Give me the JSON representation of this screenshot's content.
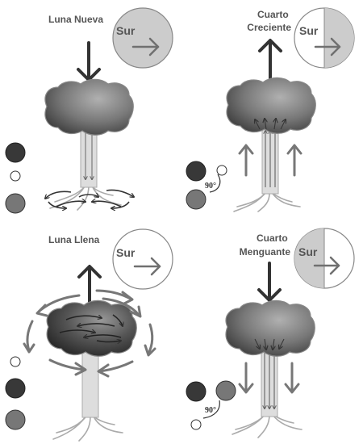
{
  "panels": [
    {
      "id": "luna-nueva",
      "label_lines": [
        "Luna Nueva"
      ],
      "compass_label": "Sur",
      "compass_style": "full",
      "ninety_label": ""
    },
    {
      "id": "cuarto-creciente",
      "label_lines": [
        "Cuarto",
        "Creciente"
      ],
      "compass_label": "Sur",
      "compass_style": "right-half",
      "ninety_label": "90°"
    },
    {
      "id": "luna-llena",
      "label_lines": [
        "Luna Llena"
      ],
      "compass_label": "Sur",
      "compass_style": "none",
      "ninety_label": ""
    },
    {
      "id": "cuarto-menguante",
      "label_lines": [
        "Cuarto",
        "Menguante"
      ],
      "compass_label": "Sur",
      "compass_style": "left-half",
      "ninety_label": "90°"
    }
  ],
  "colors": {
    "background": "#ffffff",
    "text": "#555555",
    "compass_fill": "#cccccc",
    "compass_stroke": "#888888",
    "compass_arrow": "#707070",
    "big_arrow": "#333333",
    "side_arrow": "#777777",
    "trunk": "#dddddd",
    "roots": "#aaaaaa",
    "moon_dark": "#383838",
    "moon_grey": "#777777",
    "canopy_light": "#aaaaaa",
    "canopy_dark": "#444444"
  }
}
